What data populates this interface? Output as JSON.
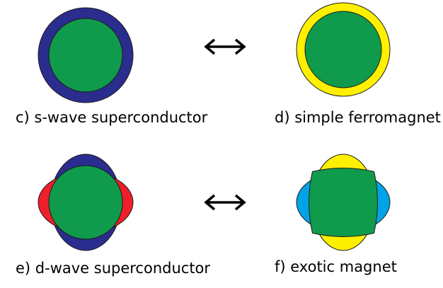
{
  "labels": {
    "c": "c) s-wave superconductor",
    "d": "d) simple ferromagnet",
    "e": "e) d-wave superconductor",
    "f": "f) exotic magnet"
  },
  "colors": {
    "navy": "#2b2d8e",
    "green": "#109a4c",
    "yellow": "#ffef00",
    "red": "#ee1f2a",
    "cyan": "#00a4e6",
    "stroke": "#1a1a1a"
  },
  "arrows": {
    "top": "double-headed-arrow",
    "bottom": "double-headed-arrow"
  }
}
